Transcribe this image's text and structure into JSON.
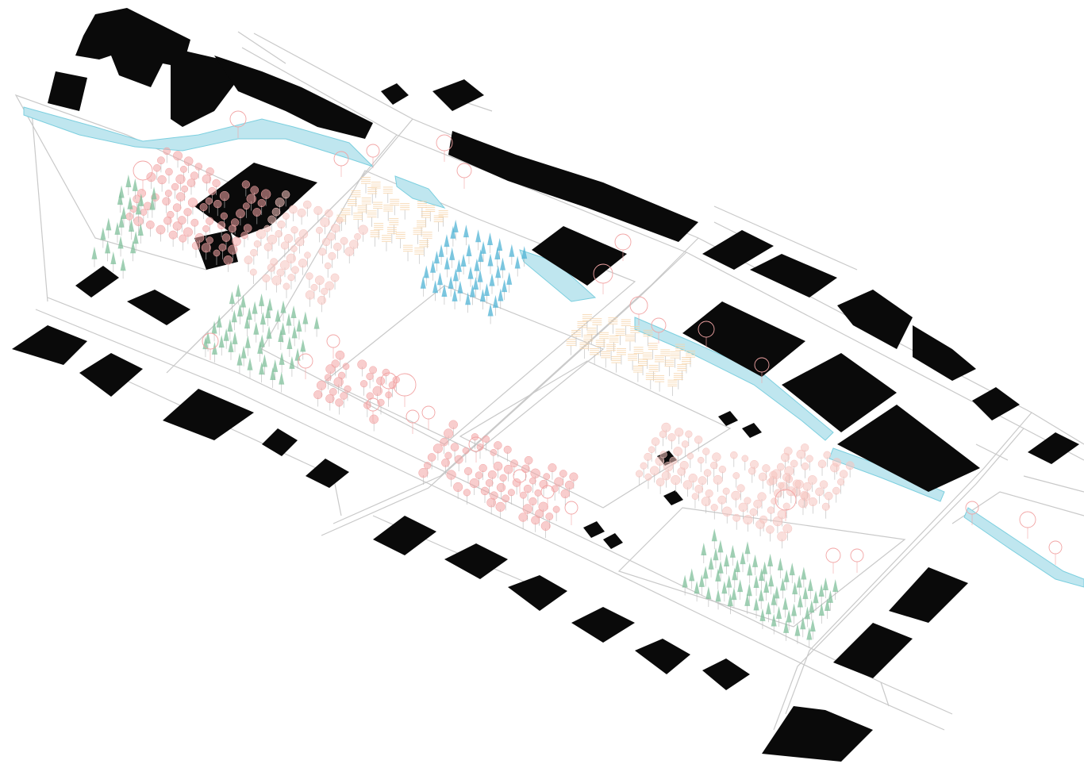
{
  "diagram": {
    "kind": "isometric-urban-site-plan",
    "labels": [],
    "colors": {
      "background": "#ffffff",
      "building": "#0a0a0a",
      "street_line": "#c9c9c9",
      "water": "#bfe6ef",
      "water_edge": "#7ccfdf",
      "tree_red": "#f2a4a4",
      "tree_pink": "#f6c4c0",
      "tree_orange": "#f6d3a8",
      "tree_green": "#7fbf9a",
      "tree_blue": "#4fb3d4"
    },
    "layers": [
      "buildings",
      "streets",
      "canal",
      "tree-groves",
      "open-plazas"
    ]
  }
}
